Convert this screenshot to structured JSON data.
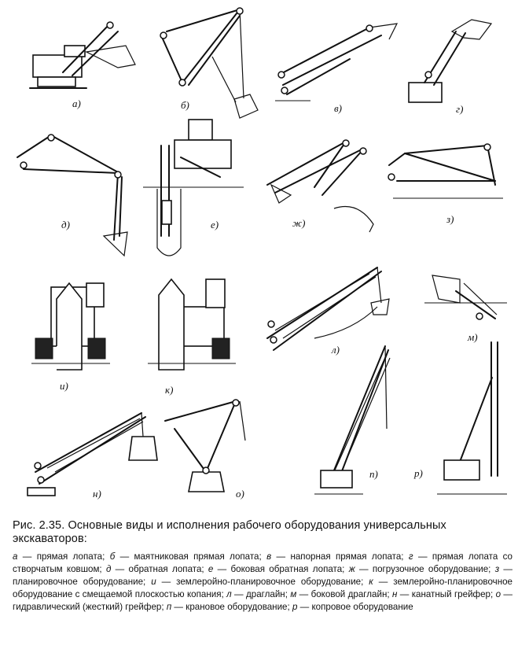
{
  "figure": {
    "panel_labels": [
      "а)",
      "б)",
      "в)",
      "г)",
      "д)",
      "е)",
      "ж)",
      "з)",
      "и)",
      "к)",
      "л)",
      "м)",
      "н)",
      "о)",
      "п)",
      "р)"
    ]
  },
  "caption": {
    "title": "Рис. 2.35. Основные виды и исполнения рабочего оборудования универсальных экскаваторов:",
    "legend": [
      {
        "letter": "а",
        "text": "прямая лопата;"
      },
      {
        "letter": "б",
        "text": "маятниковая прямая лопата;"
      },
      {
        "letter": "в",
        "text": "напорная прямая лопата;"
      },
      {
        "letter": "г",
        "text": "прямая лопата со створчатым ковшом;"
      },
      {
        "letter": "д",
        "text": "обратная лопата;"
      },
      {
        "letter": "е",
        "text": "боковая обратная лопата;"
      },
      {
        "letter": "ж",
        "text": "погрузочное оборудование;"
      },
      {
        "letter": "з",
        "text": "планировочное оборудование;"
      },
      {
        "letter": "и",
        "text": "землеройно-планировочное оборудование;"
      },
      {
        "letter": "к",
        "text": "землеройно-планировочное оборудование с смещаемой плоскостью копания;"
      },
      {
        "letter": "л",
        "text": "драглайн;"
      },
      {
        "letter": "м",
        "text": "боковой драглайн;"
      },
      {
        "letter": "н",
        "text": "канатный грейфер;"
      },
      {
        "letter": "о",
        "text": "гидравлический (жесткий) грейфер;"
      },
      {
        "letter": "п",
        "text": "крановое оборудование;"
      },
      {
        "letter": "р",
        "text": "копровое оборудование"
      }
    ]
  }
}
